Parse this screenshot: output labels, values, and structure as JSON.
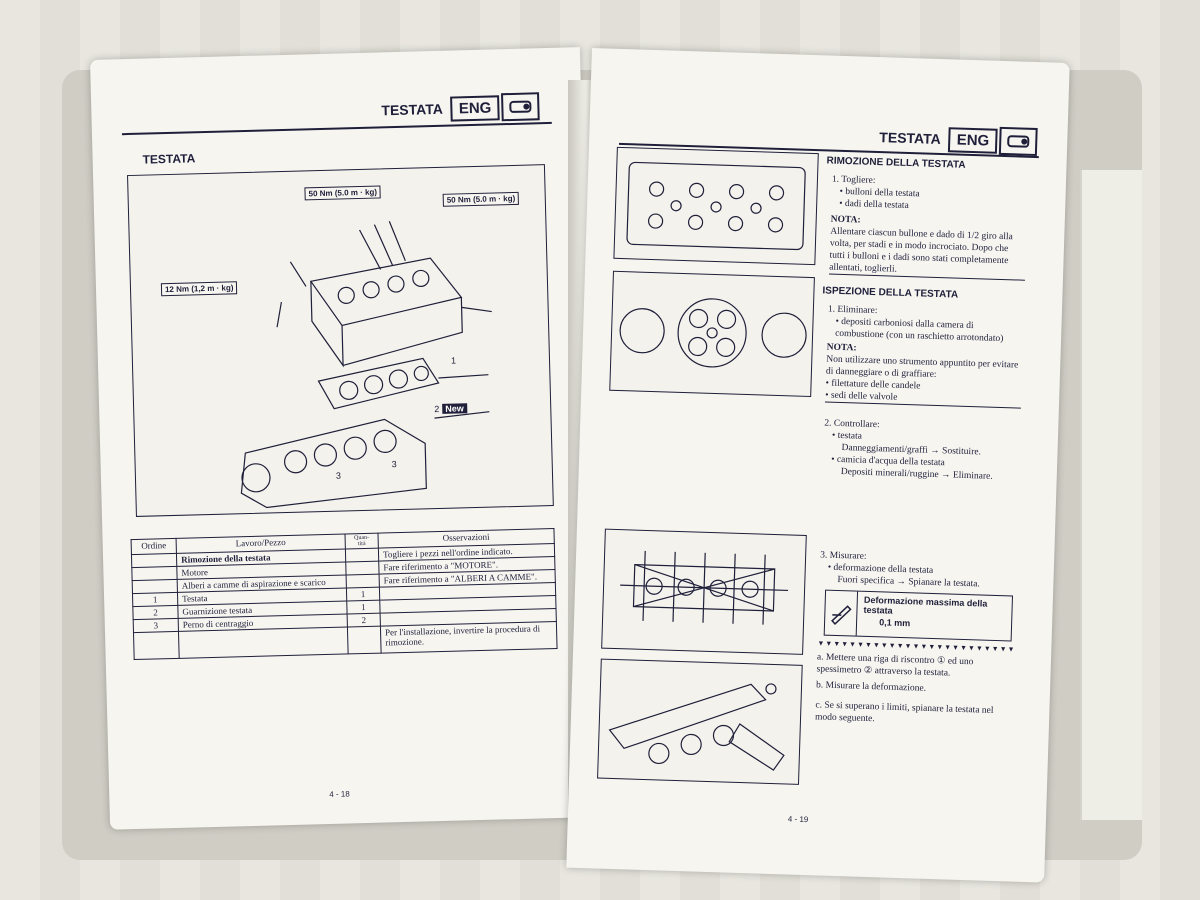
{
  "left_page": {
    "header": {
      "title": "TESTATA",
      "badge": "ENG"
    },
    "section_title": "TESTATA",
    "torques": {
      "t1": "50 Nm (5.0 m · kg)",
      "t2": "50 Nm (5.0 m · kg)",
      "t3": "12 Nm (1,2 m · kg)"
    },
    "callouts": {
      "c1": "1",
      "c2": "2",
      "c2_tag": "New",
      "c3": "3",
      "c3b": "3"
    },
    "table": {
      "headers": [
        "Ordine",
        "Lavoro/Pezzo",
        "Quan-\ntità",
        "Osservazioni"
      ],
      "rows": [
        {
          "ord": "",
          "part": "Rimozione della testata",
          "qty": "",
          "note": "Togliere i pezzi nell'ordine indicato.",
          "bold": true
        },
        {
          "ord": "",
          "part": "Motore",
          "qty": "",
          "note": "Fare riferimento a \"MOTORE\"."
        },
        {
          "ord": "",
          "part": "Alberi a camme di aspirazione e scarico",
          "qty": "",
          "note": "Fare riferimento a \"ALBERI A CAMME\"."
        },
        {
          "ord": "1",
          "part": "Testata",
          "qty": "1",
          "note": ""
        },
        {
          "ord": "2",
          "part": "Guarnizione testata",
          "qty": "1",
          "note": ""
        },
        {
          "ord": "3",
          "part": "Perno di centraggio",
          "qty": "2",
          "note": ""
        }
      ],
      "footer_note": "Per l'installazione, invertire la procedura di rimozione."
    },
    "page_number": "4 - 18"
  },
  "right_page": {
    "header": {
      "title": "TESTATA",
      "badge": "ENG"
    },
    "removal": {
      "title": "RIMOZIONE DELLA TESTATA",
      "step1": "1. Togliere:",
      "b1": "• bulloni della testata",
      "b2": "• dadi della testata",
      "nota_label": "NOTA:",
      "nota_text": "Allentare ciascun bullone e dado di 1/2 giro alla volta, per stadi e in modo incrociato. Dopo che tutti i bulloni e i dadi sono stati completamente allentati, toglierli."
    },
    "inspection": {
      "title": "ISPEZIONE DELLA TESTATA",
      "step1": "1. Eliminare:",
      "b1": "• depositi carboniosi dalla camera di combustione (con un raschietto arrotondato)",
      "nota_label": "NOTA:",
      "nota_text": "Non utilizzare uno strumento appuntito per evitare di danneggiare o di graffiare:",
      "n1": "• filettature delle candele",
      "n2": "• sedi delle valvole",
      "step2": "2. Controllare:",
      "c1": "• testata",
      "c1r": "Danneggiamenti/graffi → Sostituire.",
      "c2": "• camicia d'acqua della testata",
      "c2r": "Depositi minerali/ruggine → Eliminare.",
      "step3": "3. Misurare:",
      "m1": "• deformazione della testata",
      "m1r": "Fuori specifica → Spianare la testata.",
      "limit_title": "Deformazione massima della testata",
      "limit_value": "0,1 mm",
      "a": "a.  Mettere una riga di riscontro ① ed uno spessimetro ② attraverso la testata.",
      "b": "b.  Misurare la deformazione.",
      "c": "c.  Se si superano i limiti, spianare la testata nel modo seguente."
    },
    "page_number": "4 - 19"
  }
}
